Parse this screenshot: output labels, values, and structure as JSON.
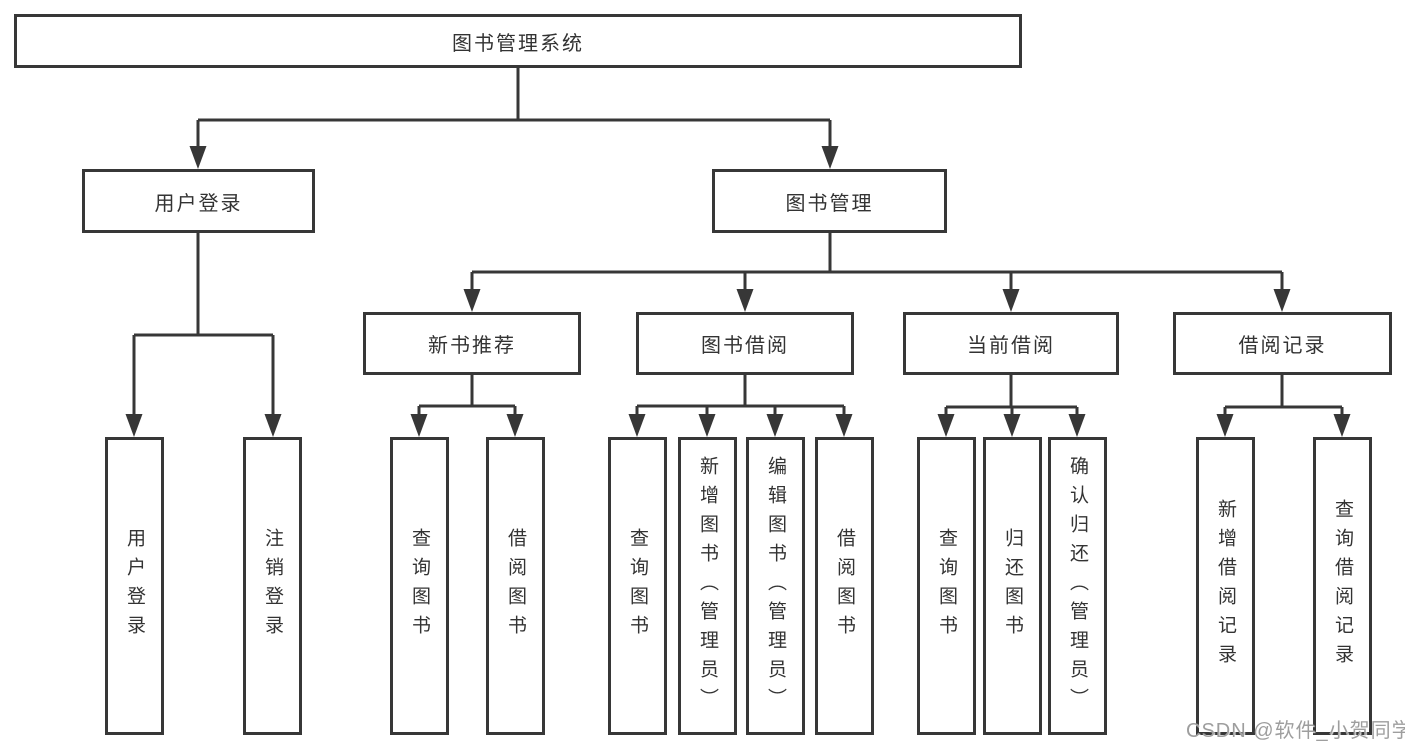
{
  "nodes": {
    "root": "图书管理系统",
    "level1": [
      {
        "label": "用户登录"
      },
      {
        "label": "图书管理"
      }
    ],
    "level2": [
      {
        "label": "新书推荐"
      },
      {
        "label": "图书借阅"
      },
      {
        "label": "当前借阅"
      },
      {
        "label": "借阅记录"
      }
    ],
    "leaves": {
      "user_login": [
        "用户登录",
        "注销登录"
      ],
      "new_book_rec": [
        "查询图书",
        "借阅图书"
      ],
      "book_borrow": [
        "查询图书",
        "新增图书（管理员）",
        "编辑图书（管理员）",
        "借阅图书"
      ],
      "current_borrow": [
        "查询图书",
        "归还图书",
        "确认归还（管理员）"
      ],
      "borrow_records": [
        "新增借阅记录",
        "查询借阅记录"
      ]
    }
  },
  "watermark": "CSDN @软件_小贺同学",
  "colors": {
    "line": "#373737",
    "text": "#333333",
    "watermark": "#9e9e9e",
    "background": "#ffffff"
  }
}
